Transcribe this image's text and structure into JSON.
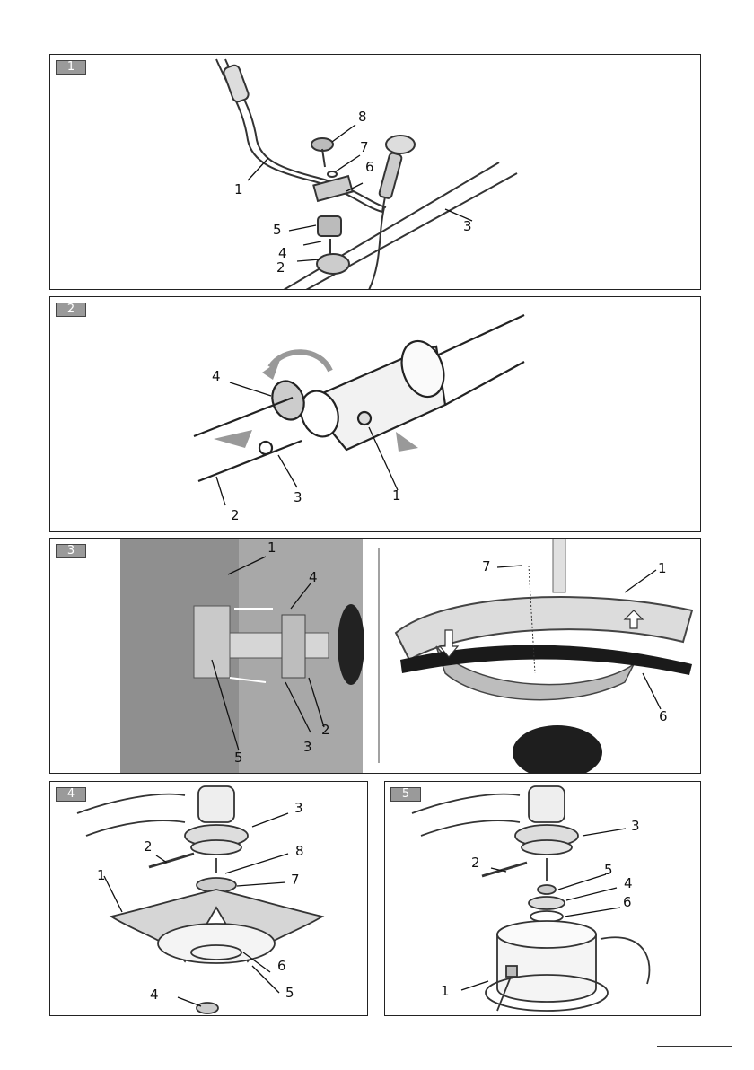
{
  "panels": [
    {
      "tag": "1",
      "callouts": [
        "1",
        "2",
        "3",
        "4",
        "5",
        "6",
        "7",
        "8"
      ]
    },
    {
      "tag": "2",
      "callouts": [
        "1",
        "2",
        "3",
        "4"
      ]
    },
    {
      "tag": "3",
      "callouts": [
        "1",
        "2",
        "3",
        "4",
        "5",
        "7",
        "1",
        "6"
      ]
    },
    {
      "tag": "4",
      "callouts": [
        "1",
        "2",
        "3",
        "4",
        "5",
        "6",
        "7",
        "8"
      ]
    },
    {
      "tag": "5",
      "callouts": [
        "1",
        "2",
        "3",
        "4",
        "5",
        "6"
      ]
    }
  ]
}
